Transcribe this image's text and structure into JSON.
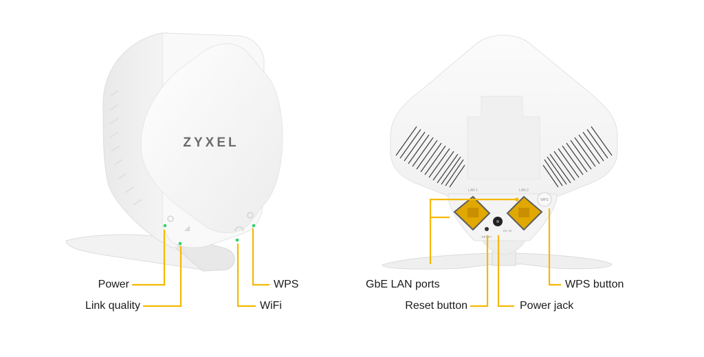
{
  "front": {
    "brand": "ZYXEL",
    "labels": {
      "power": "Power",
      "link_quality": "Link quality",
      "wps": "WPS",
      "wifi": "WiFi"
    }
  },
  "back": {
    "port_lan1": "LAN 1",
    "port_lan2": "LAN 2",
    "wps_badge": "WPS",
    "reset_tiny": "RESET",
    "dcin_tiny": "DC IN",
    "labels": {
      "gbe_lan": "GbE LAN ports",
      "reset": "Reset button",
      "power_jack": "Power jack",
      "wps_button": "WPS button"
    }
  },
  "colors": {
    "callout": "#f5b800",
    "led": "#2fd36b",
    "device": "#f6f6f6",
    "port": "#e0a800"
  }
}
